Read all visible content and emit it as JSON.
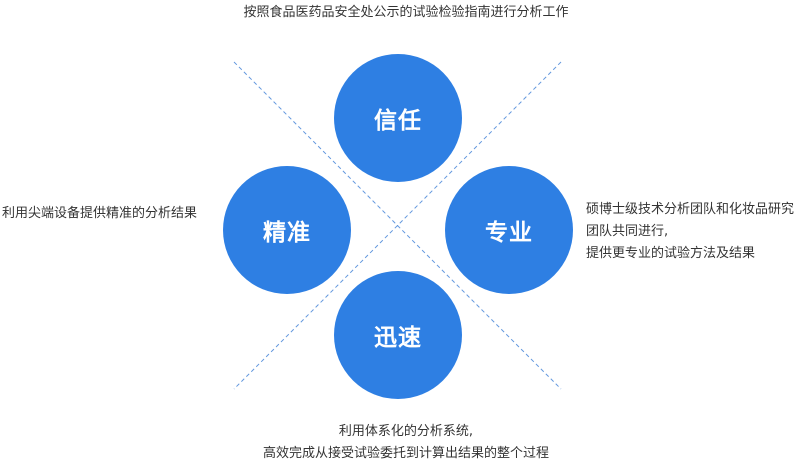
{
  "colors": {
    "circle": "#2e7fe3",
    "line": "#3d7fd6",
    "text": "#333333"
  },
  "top_text": "按照食品医药品安全处公示的试验检验指南进行分析工作",
  "left_text": "利用尖端设备提供精准的分析结果",
  "right_text": [
    "硕博士级技术分析团队和化妆品研究",
    "团队共同进行,",
    "提供更专业的试验方法及结果"
  ],
  "bottom_text": [
    "利用体系化的分析系统,",
    "高效完成从接受试验委托到计算出结果的整个过程"
  ],
  "circles": {
    "top": "信任",
    "left": "精准",
    "right": "专业",
    "bottom": "迅速"
  }
}
